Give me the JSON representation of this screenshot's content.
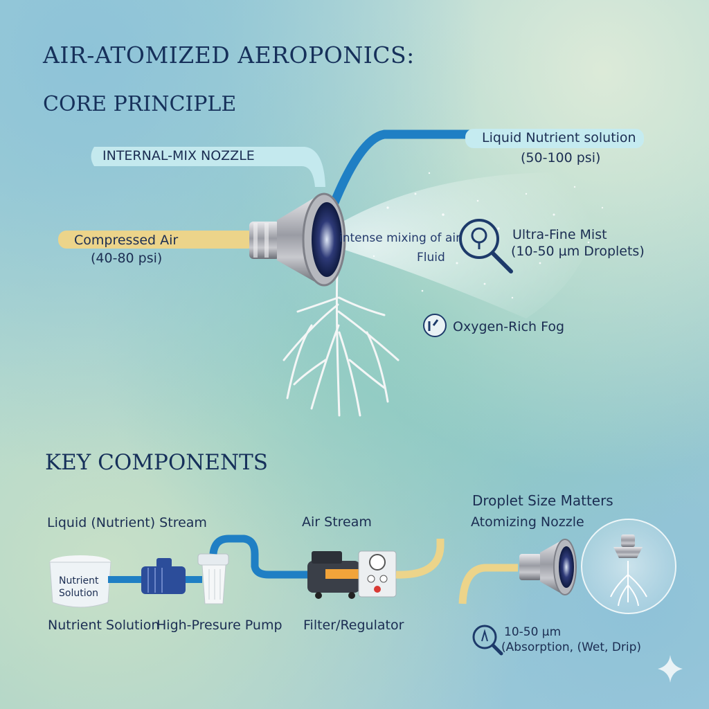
{
  "titles": {
    "main": "AIR-ATOMIZED AEROPONICS:",
    "core": "CORE PRINCIPLE",
    "components": "KEY COMPONENTS"
  },
  "diagram": {
    "nozzle_label": "INTERNAL-MIX NOZZLE",
    "liquid_label": "Liquid Nutrient solution",
    "liquid_pressure": "(50-100 psi)",
    "air_label": "Compressed Air",
    "air_pressure": "(40-80 psi)",
    "mixing_label": "intense mixing of air",
    "fluid_label": "Fluid",
    "mist_label": "Ultra-Fine Mist",
    "mist_size": "(10-50 µm Droplets)",
    "fog_label": "Oxygen-Rich Fog"
  },
  "components": {
    "liquid_stream": "Liquid (Nutrient) Stream",
    "air_stream": "Air Stream",
    "droplet_title": "Droplet Size Matters",
    "atomizing_nozzle": "Atomizing Nozzle",
    "tank_text_1": "Nutrient",
    "tank_text_2": "Solution",
    "caption_tank": "Nutrient Solution",
    "caption_pump": "High-Presure Pump",
    "caption_filter": "Filter/Regulator",
    "droplet_size": "10-50 µm",
    "droplet_note": "(Absorption, (Wet, Drip)"
  },
  "icons": [
    "magnifier-icon",
    "fog-icon",
    "sparkle-icon"
  ],
  "colors": {
    "text": "#1b2d52",
    "liquid_pipe": "#1f7fc4",
    "air_pipe": "#e8cf7a",
    "nozzle_pill": "#bfe6ec"
  }
}
